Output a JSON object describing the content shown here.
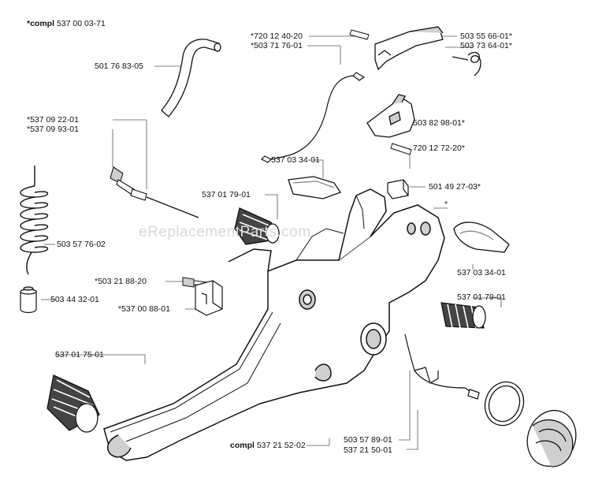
{
  "header_label": {
    "prefix": "*compl",
    "number": "537 00 03-71"
  },
  "watermark": "eReplacementParts.com",
  "labels": {
    "fuel_hose": "501 76 83-05",
    "valve_a": "*537 09 22-01",
    "valve_b": "*537 09 93-01",
    "spring_coil": "503 57 76-02",
    "rubber_cap": "503 44 32-01",
    "screw": "*503 21 88-20",
    "bracket": "*537 00 88-01",
    "av_spring_rear": "537 01 75-01",
    "pin_top": "*720 12 40-20",
    "throttle_cable": "*503 71 76-01",
    "trigger": "503 55 66-01*",
    "trigger_spring": "503 73 64-01*",
    "trigger_lockout": "503 82 98-01*",
    "pin_lower": "720 12 72-20*",
    "damper_top": "537 03 34-01",
    "av_spring_left": "537 01 79-01",
    "clip": "501 49 27-03*",
    "star": "*",
    "damper_right": "537 03 34-01",
    "av_spring_right": "537 01 79-01",
    "tank_compl_prefix": "compl",
    "tank_compl_number": "537 21 52-02",
    "filter": "503 57 89-01",
    "fuel_cap": "537 21 50-01"
  },
  "colors": {
    "line": "#111111",
    "part_fill": "#ffffff",
    "shade": "#cfcfcf",
    "dark": "#444444",
    "watermark": "#d9d9d9"
  }
}
